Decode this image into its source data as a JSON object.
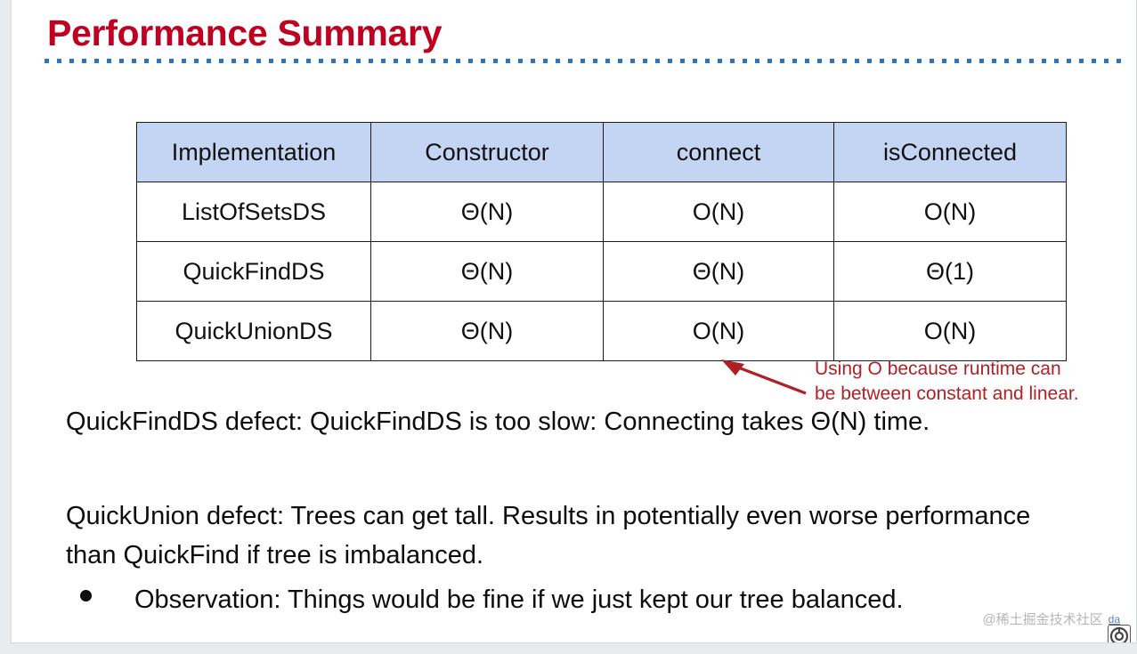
{
  "slide": {
    "title": "Performance Summary",
    "title_color": "#c00020",
    "rule_color": "#2e75b6"
  },
  "table": {
    "header_background": "#c3d5f2",
    "columns": [
      "Implementation",
      "Constructor",
      "connect",
      "isConnected"
    ],
    "rows": [
      {
        "implementation": "ListOfSetsDS",
        "constructor": "Θ(N)",
        "connect": "O(N)",
        "isConnected": "O(N)"
      },
      {
        "implementation": "QuickFindDS",
        "constructor": "Θ(N)",
        "connect": "Θ(N)",
        "isConnected": "Θ(1)"
      },
      {
        "implementation": "QuickUnionDS",
        "constructor": "Θ(N)",
        "connect": "O(N)",
        "isConnected": "O(N)"
      }
    ]
  },
  "annotation": {
    "color": "#b11f24",
    "line1": "Using O because runtime can",
    "line2": "be between constant and linear.",
    "arrow_name": "red-arrow-pointing-to-table"
  },
  "body": {
    "paragraph1": "QuickFindDS defect: QuickFindDS is too slow: Connecting takes Θ(N) time.",
    "paragraph2": "QuickUnion defect: Trees can get tall. Results in potentially even worse performance than QuickFind if tree is imbalanced.",
    "bullet1": "Observation: Things would be fine if we just kept our tree balanced."
  },
  "watermark": {
    "text": "@稀土掘金技术社区",
    "link_text": "da"
  }
}
